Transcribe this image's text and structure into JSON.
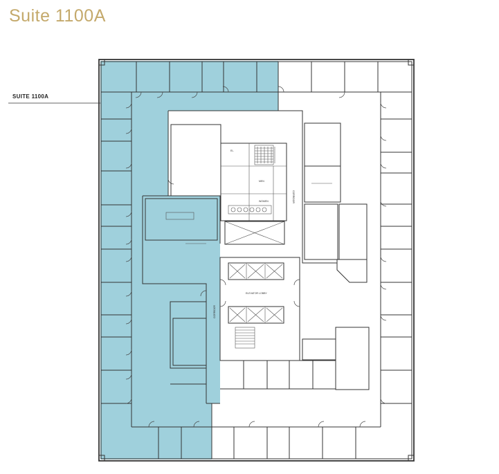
{
  "title": "Suite 1100A",
  "suite_label": "SUITE 1100A",
  "colors": {
    "title": "#c4a96b",
    "suite_fill": "#9fd0dc",
    "wall": "#333333",
    "background": "#ffffff"
  },
  "plan_labels": {
    "men": "MEN",
    "women": "WOMEN",
    "elevator_lobby": "ELEVATOR LOBBY",
    "corridor_a": "CORRIDOR",
    "corridor_b": "CORRIDOR",
    "elec": "EL."
  }
}
